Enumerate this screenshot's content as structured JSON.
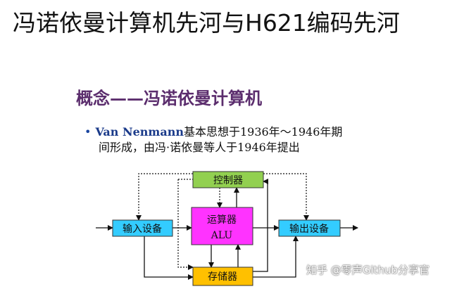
{
  "page": {
    "title": "冯诺依曼计算机先河与H621编码先河"
  },
  "slide": {
    "heading": "概念——冯诺依曼计算机",
    "bullet_symbol": "•",
    "bullet_highlight": "Van Nenmann",
    "bullet_rest_line1": "基本思想于1936年～1946年期",
    "bullet_line2": "间形成，由冯·诺依曼等人于1946年提出"
  },
  "diagram": {
    "nodes": {
      "control": {
        "label": "控制器",
        "color": "#92d050"
      },
      "alu_line1": "运算器",
      "alu_line2": "ALU",
      "alu_color": "#ff33ff",
      "input": {
        "label": "输入设备",
        "color": "#33ccff"
      },
      "output": {
        "label": "输出设备",
        "color": "#33ccff"
      },
      "memory": {
        "label": "存储器",
        "color": "#ffc000"
      }
    }
  },
  "watermark": "知乎 @零声Github分享官"
}
